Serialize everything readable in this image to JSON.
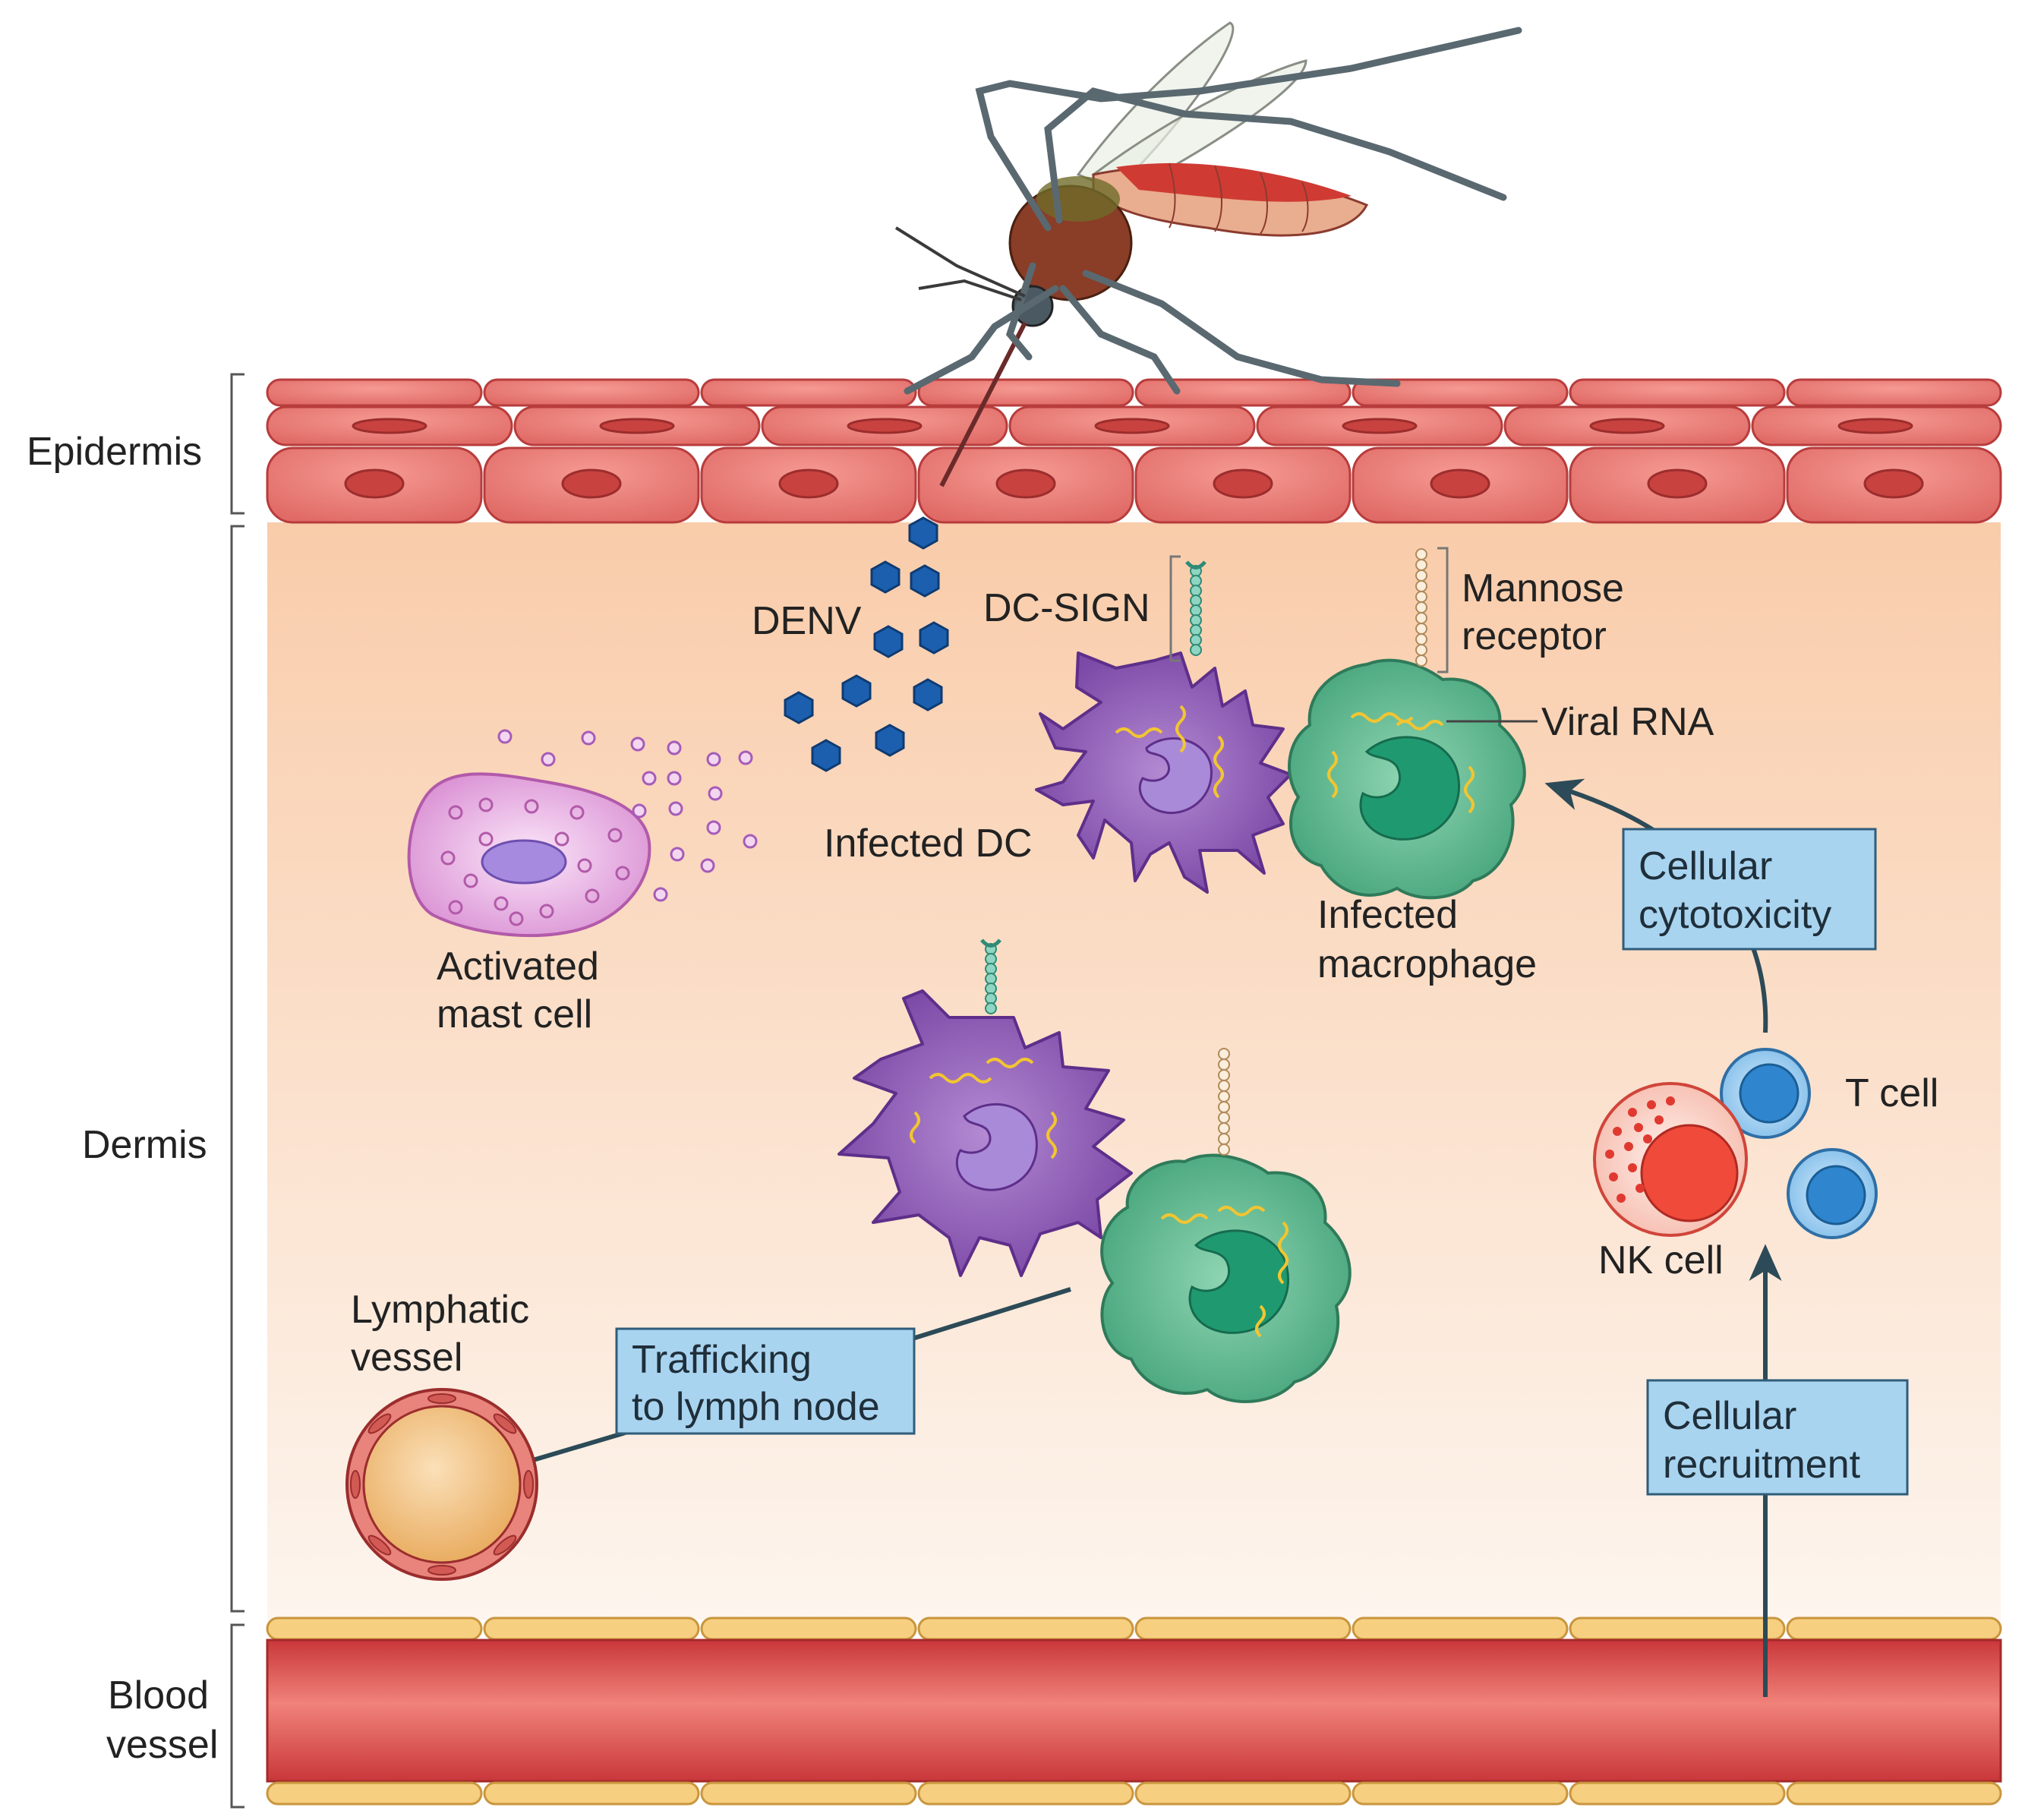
{
  "layers": {
    "epidermis": "Epidermis",
    "dermis": "Dermis",
    "blood_vessel": [
      "Blood",
      "vessel"
    ]
  },
  "labels": {
    "denv": "DENV",
    "dc_sign": "DC-SIGN",
    "mannose_receptor": [
      "Mannose",
      "receptor"
    ],
    "viral_rna": "Viral RNA",
    "infected_dc": "Infected DC",
    "infected_macrophage": [
      "Infected",
      "macrophage"
    ],
    "activated_mast_cell": [
      "Activated",
      "mast cell"
    ],
    "lymphatic_vessel": [
      "Lymphatic",
      "vessel"
    ],
    "t_cell": "T cell",
    "nk_cell": "NK cell"
  },
  "boxes": {
    "cellular_cytotoxicity": [
      "Cellular",
      "cytotoxicity"
    ],
    "trafficking": [
      "Trafficking",
      "to lymph node"
    ],
    "cellular_recruitment": [
      "Cellular",
      "recruitment"
    ]
  },
  "colors": {
    "skin_cell": "#e8706c",
    "dermis_top": "#f9ccaa",
    "dermis_bottom": "#fdf3ec",
    "dc": "#8e5bb5",
    "macrophage": "#5bb890",
    "mast_cell": "#e3a8de",
    "virus": "#1c5fae",
    "label_box": "#a9d4f0",
    "arrow": "#2c4a57",
    "t_cell": "#2f86cf",
    "nk_cell": "#ef4a3a",
    "viral_rna": "#f2c531"
  }
}
